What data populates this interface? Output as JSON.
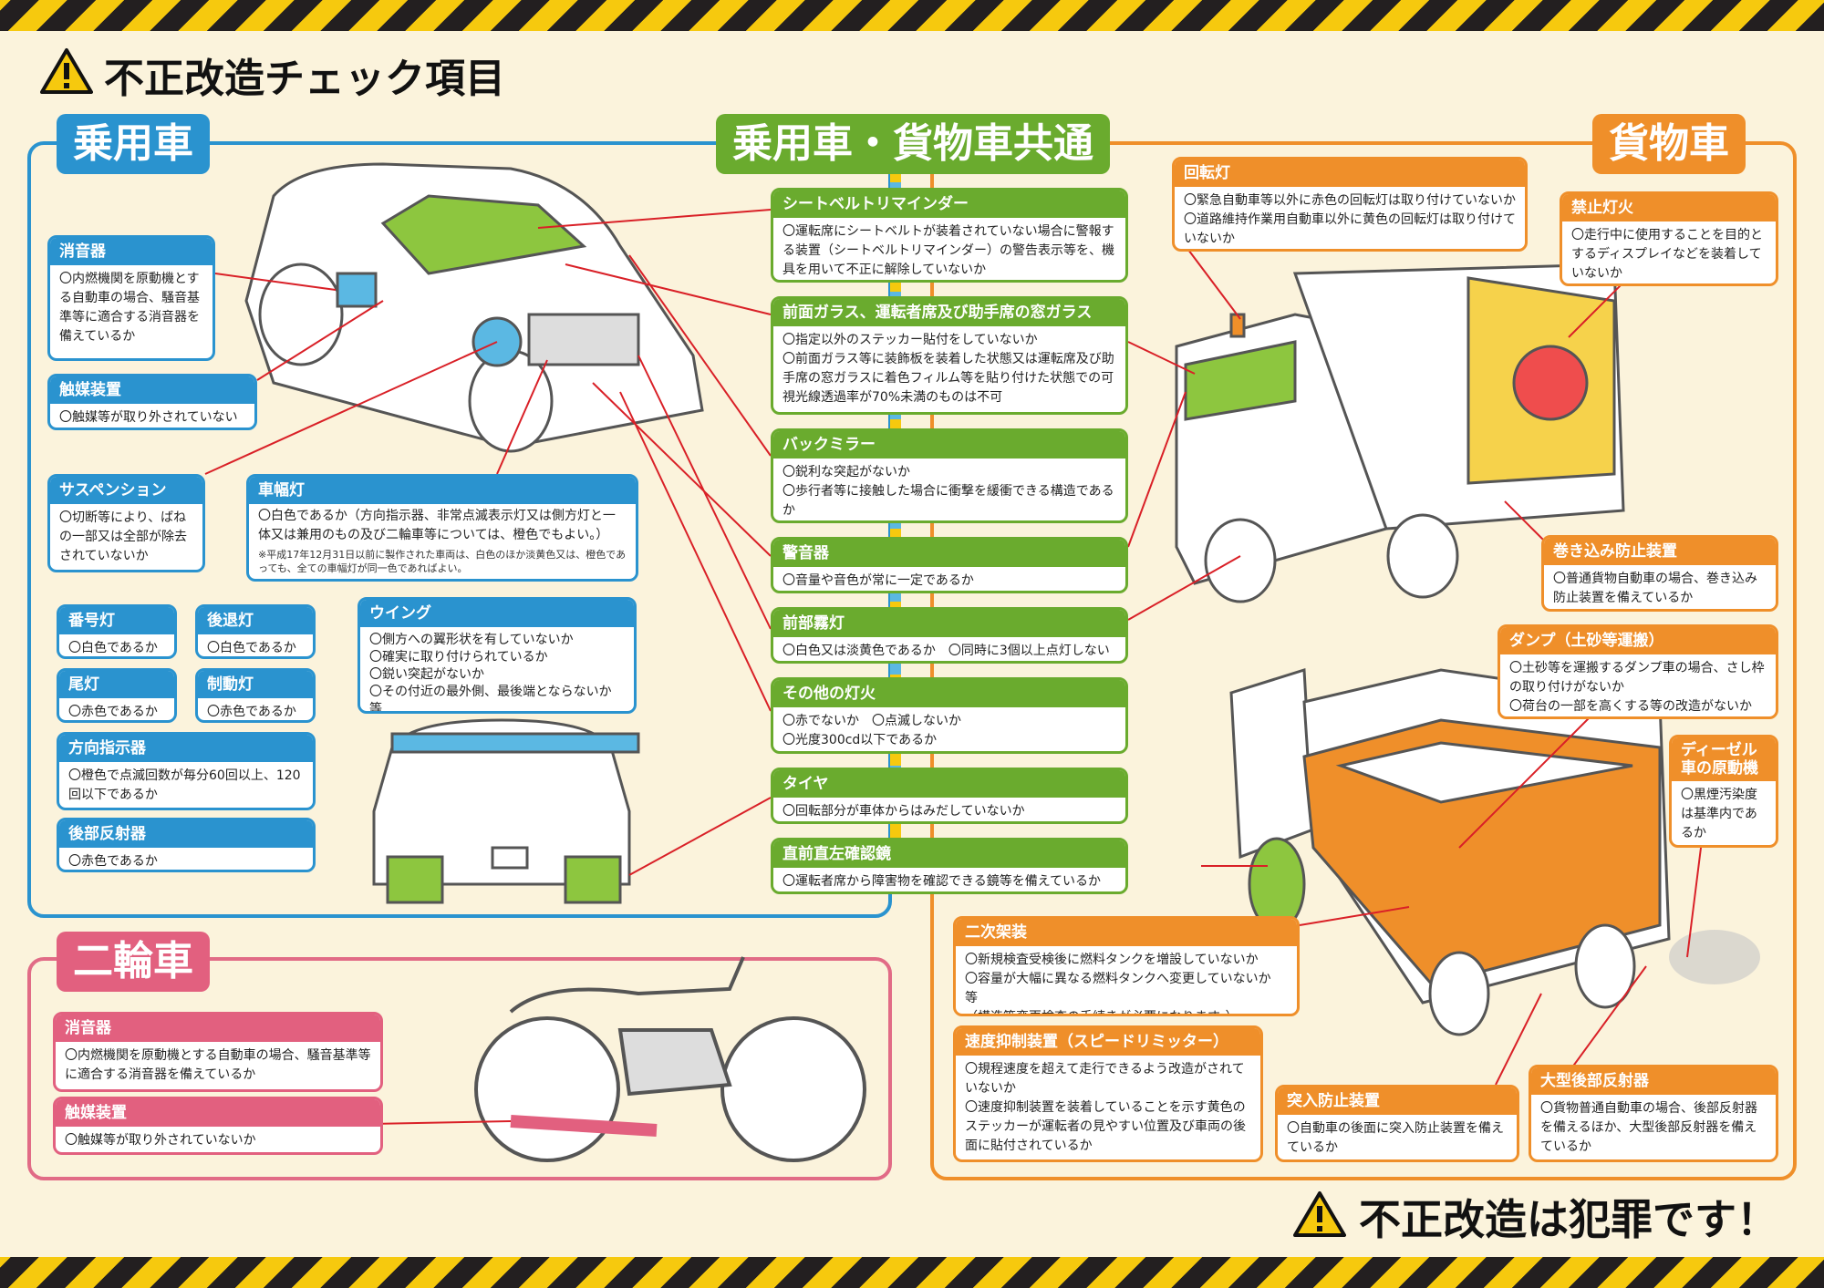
{
  "page": {
    "title": "不正改造チェック項目",
    "footer": "不正改造は犯罪です！"
  },
  "sections": {
    "passenger": "乗用車",
    "common": "乗用車・貨物車共通",
    "truck": "貨物車",
    "motorcycle": "二輪車"
  },
  "passenger": {
    "muffler": {
      "title": "消音器",
      "body": "〇内燃機関を原動機とする自動車の場合、騒音基準等に適合する消音器を備えているか"
    },
    "catalyst": {
      "title": "触媒装置",
      "body": "〇触媒等が取り外されていないか"
    },
    "suspension": {
      "title": "サスペンション",
      "body": "〇切断等により、ばねの一部又は全部が除去されていないか"
    },
    "width_lamp": {
      "title": "車幅灯",
      "body": "〇白色であるか（方向指示器、非常点滅表示灯又は側方灯と一体又は兼用のもの及び二輪車等については、橙色でもよい。）",
      "note": "※平成17年12月31日以前に製作された車両は、白色のほか淡黄色又は、橙色であっても、全ての車幅灯が同一色であればよい。"
    },
    "plate_lamp": {
      "title": "番号灯",
      "body": "〇白色であるか"
    },
    "reverse_lamp": {
      "title": "後退灯",
      "body": "〇白色であるか"
    },
    "tail_lamp": {
      "title": "尾灯",
      "body": "〇赤色であるか"
    },
    "brake_lamp": {
      "title": "制動灯",
      "body": "〇赤色であるか"
    },
    "turn_signal": {
      "title": "方向指示器",
      "body": "〇橙色で点滅回数が毎分60回以上、120回以下であるか"
    },
    "rear_reflector": {
      "title": "後部反射器",
      "body": "〇赤色であるか"
    },
    "wing": {
      "title": "ウイング",
      "lines": [
        "〇側方への翼形状を有していないか",
        "〇確実に取り付けられているか",
        "〇鋭い突起がないか",
        "〇その付近の最外側、最後端とならないか 等"
      ]
    }
  },
  "common": {
    "seatbelt": {
      "title": "シートベルトリマインダー",
      "body": "〇運転席にシートベルトが装着されていない場合に警報する装置（シートベルトリマインダー）の警告表示等を、機具を用いて不正に解除していないか"
    },
    "glass": {
      "title": "前面ガラス、運転者席及び助手席の窓ガラス",
      "lines": [
        "〇指定以外のステッカー貼付をしていないか",
        "〇前面ガラス等に装飾板を装着した状態又は運転席及び助手席の窓ガラスに着色フィルム等を貼り付けた状態での可視光線透過率が70%未満のものは不可"
      ]
    },
    "mirror": {
      "title": "バックミラー",
      "lines": [
        "〇鋭利な突起がないか",
        "〇歩行者等に接触した場合に衝撃を緩衝できる構造であるか"
      ]
    },
    "horn": {
      "title": "警音器",
      "body": "〇音量や音色が常に一定であるか"
    },
    "fog": {
      "title": "前部霧灯",
      "body": "〇白色又は淡黄色であるか　〇同時に3個以上点灯しないか"
    },
    "other_lamps": {
      "title": "その他の灯火",
      "lines": [
        "〇赤でないか　〇点滅しないか",
        "〇光度300cd以下であるか"
      ]
    },
    "tire": {
      "title": "タイヤ",
      "body": "〇回転部分が車体からはみだしていないか"
    },
    "front_left": {
      "title": "直前直左確認鏡",
      "body": "〇運転者席から障害物を確認できる鏡等を備えているか"
    }
  },
  "truck": {
    "beacon": {
      "title": "回転灯",
      "lines": [
        "〇緊急自動車等以外に赤色の回転灯は取り付けていないか",
        "〇道路維持作業用自動車以外に黄色の回転灯は取り付けていないか"
      ]
    },
    "prohibited_light": {
      "title": "禁止灯火",
      "body": "〇走行中に使用することを目的とするディスプレイなどを装着していないか"
    },
    "side_guard": {
      "title": "巻き込み防止装置",
      "body": "〇普通貨物自動車の場合、巻き込み防止装置を備えているか"
    },
    "dump": {
      "title": "ダンプ（土砂等運搬）",
      "lines": [
        "〇土砂等を運搬するダンプ車の場合、さし枠の取り付けがないか",
        "〇荷台の一部を高くする等の改造がないか"
      ]
    },
    "diesel": {
      "title": "ディーゼル車の原動機",
      "body": "〇黒煙汚染度は基準内であるか"
    },
    "secondary": {
      "title": "二次架装",
      "lines": [
        "〇新規検査受検後に燃料タンクを増設していないか",
        "〇容量が大幅に異なる燃料タンクへ変更していないか 等",
        "（構造等変更検査の手続きが必要になります。）"
      ]
    },
    "limiter": {
      "title": "速度抑制装置（スピードリミッター）",
      "lines": [
        "〇規程速度を超えて走行できるよう改造がされていないか",
        "〇速度抑制装置を装着していることを示す黄色のステッカーが運転者の見やすい位置及び車両の後面に貼付されているか"
      ]
    },
    "underrun": {
      "title": "突入防止装置",
      "body": "〇自動車の後面に突入防止装置を備えているか"
    },
    "large_reflector": {
      "title": "大型後部反射器",
      "body": "〇貨物普通自動車の場合、後部反射器を備えるほか、大型後部反射器を備えているか"
    }
  },
  "motorcycle": {
    "muffler": {
      "title": "消音器",
      "body": "〇内燃機関を原動機とする自動車の場合、騒音基準等に適合する消音器を備えているか"
    },
    "catalyst": {
      "title": "触媒装置",
      "body": "〇触媒等が取り外されていないか"
    }
  },
  "colors": {
    "blue": "#2a93cf",
    "green": "#6aab2e",
    "orange": "#ef8f2a",
    "pink": "#e2607f",
    "hazard_yellow": "#f6c90e",
    "background": "#fbf3dc"
  }
}
